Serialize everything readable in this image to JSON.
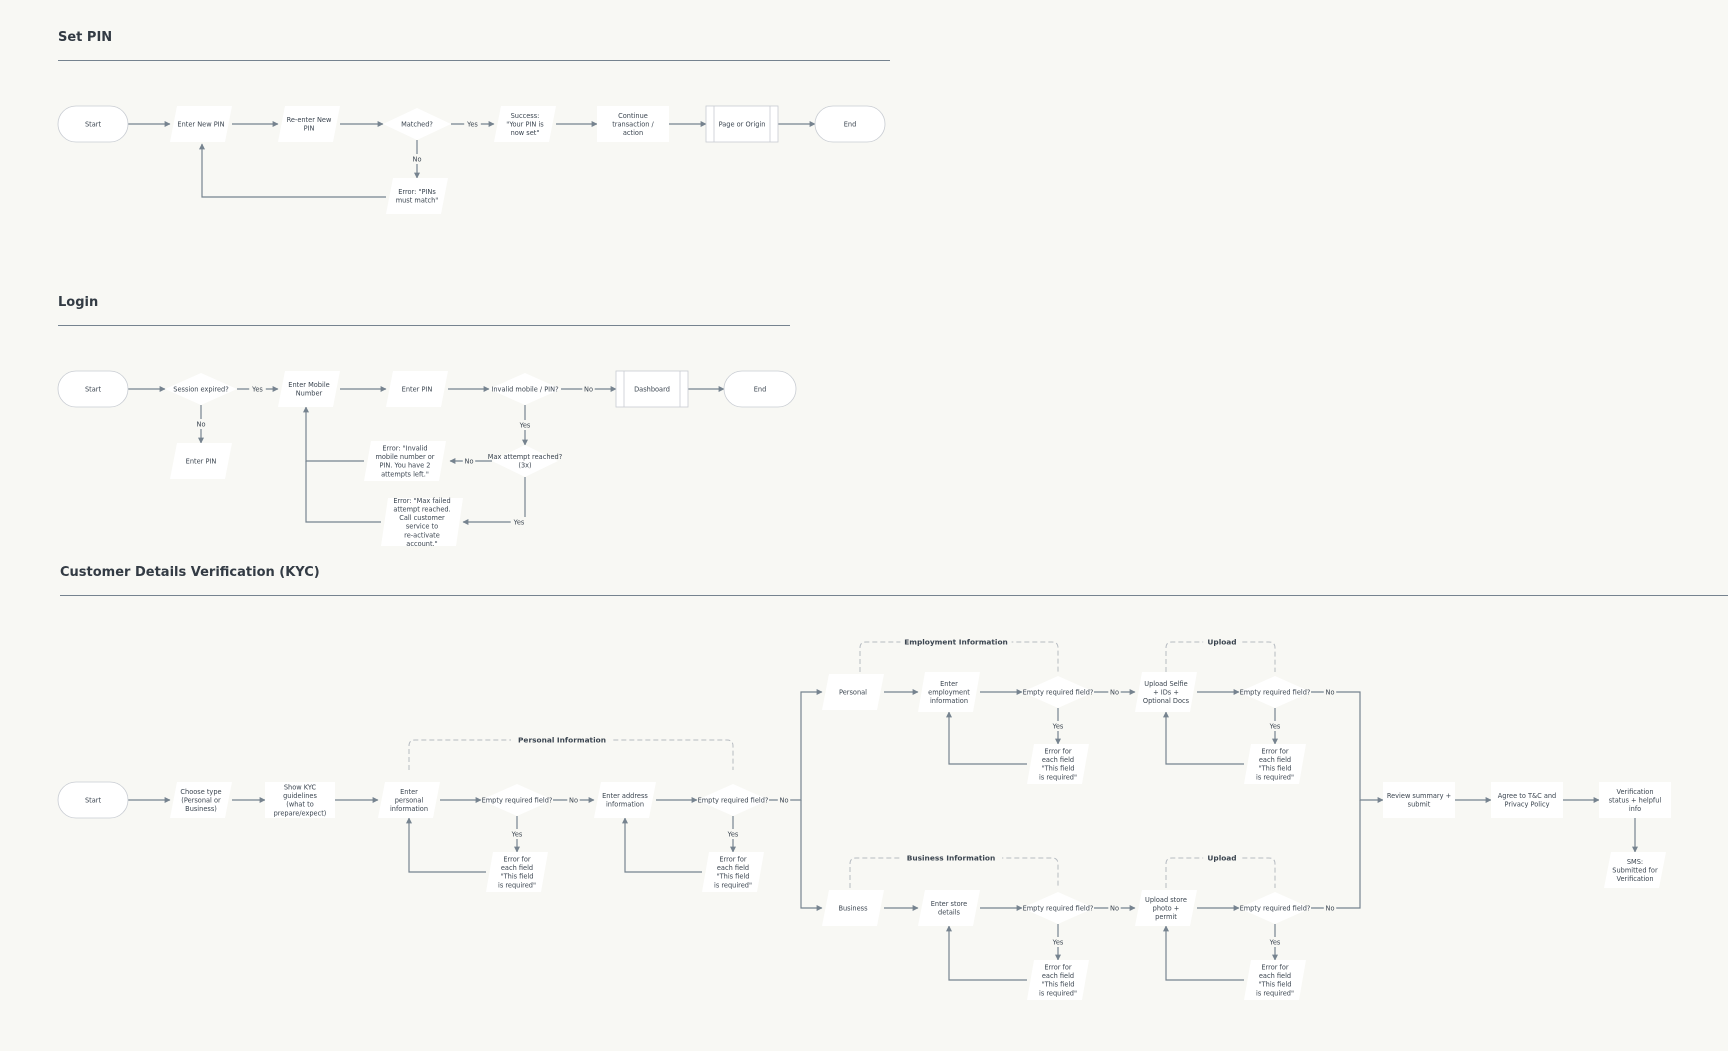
{
  "sections": {
    "set_pin": "Set PIN",
    "login": "Login",
    "kyc": "Customer Details Verification (KYC)"
  },
  "nodes": [
    {
      "id": "sp_start",
      "section": "set_pin",
      "label": "Start",
      "shape": "terminal"
    },
    {
      "id": "sp_enter",
      "section": "set_pin",
      "label": "Enter New PIN",
      "shape": "io"
    },
    {
      "id": "sp_reenter",
      "section": "set_pin",
      "label": "Re-enter New PIN",
      "shape": "io"
    },
    {
      "id": "sp_matched",
      "section": "set_pin",
      "label": "Matched?",
      "shape": "decision"
    },
    {
      "id": "sp_success",
      "section": "set_pin",
      "label": "Success: \"Your PIN is now set\"",
      "shape": "io"
    },
    {
      "id": "sp_continue",
      "section": "set_pin",
      "label": "Continue transaction / action",
      "shape": "process"
    },
    {
      "id": "sp_page",
      "section": "set_pin",
      "label": "Page or Origin",
      "shape": "predefined"
    },
    {
      "id": "sp_end",
      "section": "set_pin",
      "label": "End",
      "shape": "terminal"
    },
    {
      "id": "sp_error",
      "section": "set_pin",
      "label": "Error: \"PINs must match\"",
      "shape": "io"
    },
    {
      "id": "lg_start",
      "section": "login",
      "label": "Start",
      "shape": "terminal"
    },
    {
      "id": "lg_session",
      "section": "login",
      "label": "Session expired?",
      "shape": "decision"
    },
    {
      "id": "lg_mobile",
      "section": "login",
      "label": "Enter Mobile Number",
      "shape": "io"
    },
    {
      "id": "lg_pin",
      "section": "login",
      "label": "Enter PIN",
      "shape": "io"
    },
    {
      "id": "lg_invalid",
      "section": "login",
      "label": "Invalid mobile / PIN?",
      "shape": "decision"
    },
    {
      "id": "lg_dashboard",
      "section": "login",
      "label": "Dashboard",
      "shape": "predefined"
    },
    {
      "id": "lg_end",
      "section": "login",
      "label": "End",
      "shape": "terminal"
    },
    {
      "id": "lg_pin2",
      "section": "login",
      "label": "Enter PIN",
      "shape": "io"
    },
    {
      "id": "lg_max",
      "section": "login",
      "label": "Max attempt reached? (3x)",
      "shape": "decision"
    },
    {
      "id": "lg_err1",
      "section": "login",
      "label": "Error: \"Invalid mobile number or PIN. You have 2 attempts left.\"",
      "shape": "io"
    },
    {
      "id": "lg_err2",
      "section": "login",
      "label": "Error: \"Max failed attempt reached. Call customer service to re-activate account.\"",
      "shape": "io"
    },
    {
      "id": "k_start",
      "section": "kyc",
      "label": "Start",
      "shape": "terminal"
    },
    {
      "id": "k_type",
      "section": "kyc",
      "label": "Choose type (Personal or Business)",
      "shape": "io"
    },
    {
      "id": "k_guide",
      "section": "kyc",
      "label": "Show KYC guidelines (what to prepare/expect)",
      "shape": "process"
    },
    {
      "id": "k_pers",
      "section": "kyc",
      "label": "Enter personal information",
      "shape": "io"
    },
    {
      "id": "k_emp1",
      "section": "kyc",
      "label": "Empty required field?",
      "shape": "decision"
    },
    {
      "id": "k_addr",
      "section": "kyc",
      "label": "Enter address information",
      "shape": "io"
    },
    {
      "id": "k_emp2",
      "section": "kyc",
      "label": "Empty required field?",
      "shape": "decision"
    },
    {
      "id": "k_err1",
      "section": "kyc",
      "label": "Error for each field \"This field is required\"",
      "shape": "io"
    },
    {
      "id": "k_err2",
      "section": "kyc",
      "label": "Error for each field \"This field is required\"",
      "shape": "io"
    },
    {
      "id": "k_personal",
      "section": "kyc",
      "label": "Personal",
      "shape": "io"
    },
    {
      "id": "k_employ",
      "section": "kyc",
      "label": "Enter employment information",
      "shape": "io"
    },
    {
      "id": "k_emp3",
      "section": "kyc",
      "label": "Empty required field?",
      "shape": "decision"
    },
    {
      "id": "k_err3",
      "section": "kyc",
      "label": "Error for each field \"This field is required\"",
      "shape": "io"
    },
    {
      "id": "k_selfie",
      "section": "kyc",
      "label": "Upload Selfie + IDs + Optional Docs",
      "shape": "io"
    },
    {
      "id": "k_emp4",
      "section": "kyc",
      "label": "Empty required field?",
      "shape": "decision"
    },
    {
      "id": "k_err4",
      "section": "kyc",
      "label": "Error for each field \"This field is required\"",
      "shape": "io"
    },
    {
      "id": "k_business",
      "section": "kyc",
      "label": "Business",
      "shape": "io"
    },
    {
      "id": "k_store",
      "section": "kyc",
      "label": "Enter store details",
      "shape": "io"
    },
    {
      "id": "k_emp5",
      "section": "kyc",
      "label": "Empty required field?",
      "shape": "decision"
    },
    {
      "id": "k_err5",
      "section": "kyc",
      "label": "Error for each field \"This field is required\"",
      "shape": "io"
    },
    {
      "id": "k_storephoto",
      "section": "kyc",
      "label": "Upload store photo + permit",
      "shape": "io"
    },
    {
      "id": "k_emp6",
      "section": "kyc",
      "label": "Empty required field?",
      "shape": "decision"
    },
    {
      "id": "k_err6",
      "section": "kyc",
      "label": "Error for each field \"This field is required\"",
      "shape": "io"
    },
    {
      "id": "k_review",
      "section": "kyc",
      "label": "Review summary + submit",
      "shape": "process"
    },
    {
      "id": "k_agree",
      "section": "kyc",
      "label": "Agree to T&C and Privacy Policy",
      "shape": "process"
    },
    {
      "id": "k_status",
      "section": "kyc",
      "label": "Verification status + helpful info",
      "shape": "process"
    },
    {
      "id": "k_sms",
      "section": "kyc",
      "label": "SMS: Submitted for Verification",
      "shape": "io"
    }
  ],
  "edges": [
    {
      "from": "sp_start",
      "to": "sp_enter"
    },
    {
      "from": "sp_enter",
      "to": "sp_reenter"
    },
    {
      "from": "sp_reenter",
      "to": "sp_matched"
    },
    {
      "from": "sp_matched",
      "to": "sp_success",
      "label": "Yes"
    },
    {
      "from": "sp_success",
      "to": "sp_continue"
    },
    {
      "from": "sp_continue",
      "to": "sp_page"
    },
    {
      "from": "sp_page",
      "to": "sp_end"
    },
    {
      "from": "sp_matched",
      "to": "sp_error",
      "label": "No"
    },
    {
      "from": "sp_error",
      "to": "sp_enter"
    },
    {
      "from": "lg_start",
      "to": "lg_session"
    },
    {
      "from": "lg_session",
      "to": "lg_mobile",
      "label": "Yes"
    },
    {
      "from": "lg_mobile",
      "to": "lg_pin"
    },
    {
      "from": "lg_pin",
      "to": "lg_invalid"
    },
    {
      "from": "lg_invalid",
      "to": "lg_dashboard",
      "label": "No"
    },
    {
      "from": "lg_dashboard",
      "to": "lg_end"
    },
    {
      "from": "lg_session",
      "to": "lg_pin2",
      "label": "No"
    },
    {
      "from": "lg_invalid",
      "to": "lg_max",
      "label": "Yes"
    },
    {
      "from": "lg_max",
      "to": "lg_err1",
      "label": "No"
    },
    {
      "from": "lg_max",
      "to": "lg_err2",
      "label": "Yes"
    },
    {
      "from": "lg_err1",
      "to": "lg_mobile"
    },
    {
      "from": "lg_err2",
      "to": "lg_mobile"
    },
    {
      "from": "k_start",
      "to": "k_type"
    },
    {
      "from": "k_type",
      "to": "k_guide"
    },
    {
      "from": "k_guide",
      "to": "k_pers"
    },
    {
      "from": "k_pers",
      "to": "k_emp1"
    },
    {
      "from": "k_emp1",
      "to": "k_addr",
      "label": "No"
    },
    {
      "from": "k_emp1",
      "to": "k_err1",
      "label": "Yes"
    },
    {
      "from": "k_err1",
      "to": "k_pers"
    },
    {
      "from": "k_addr",
      "to": "k_emp2"
    },
    {
      "from": "k_emp2",
      "to": "k_err2",
      "label": "Yes"
    },
    {
      "from": "k_err2",
      "to": "k_addr"
    },
    {
      "from": "k_emp2",
      "to": "k_personal",
      "label": "No"
    },
    {
      "from": "k_emp2",
      "to": "k_business"
    },
    {
      "from": "k_personal",
      "to": "k_employ"
    },
    {
      "from": "k_employ",
      "to": "k_emp3"
    },
    {
      "from": "k_emp3",
      "to": "k_selfie",
      "label": "No"
    },
    {
      "from": "k_emp3",
      "to": "k_err3",
      "label": "Yes"
    },
    {
      "from": "k_err3",
      "to": "k_employ"
    },
    {
      "from": "k_selfie",
      "to": "k_emp4"
    },
    {
      "from": "k_emp4",
      "to": "k_err4",
      "label": "Yes"
    },
    {
      "from": "k_err4",
      "to": "k_selfie"
    },
    {
      "from": "k_emp4",
      "to": "k_review",
      "label": "No"
    },
    {
      "from": "k_business",
      "to": "k_store"
    },
    {
      "from": "k_store",
      "to": "k_emp5"
    },
    {
      "from": "k_emp5",
      "to": "k_storephoto",
      "label": "No"
    },
    {
      "from": "k_emp5",
      "to": "k_err5",
      "label": "Yes"
    },
    {
      "from": "k_err5",
      "to": "k_store"
    },
    {
      "from": "k_storephoto",
      "to": "k_emp6"
    },
    {
      "from": "k_emp6",
      "to": "k_err6",
      "label": "Yes"
    },
    {
      "from": "k_err6",
      "to": "k_storephoto"
    },
    {
      "from": "k_emp6",
      "to": "k_review",
      "label": "No"
    },
    {
      "from": "k_review",
      "to": "k_agree"
    },
    {
      "from": "k_agree",
      "to": "k_status"
    },
    {
      "from": "k_status",
      "to": "k_sms"
    }
  ],
  "groups": [
    {
      "id": "g_personal",
      "label": "Personal Information"
    },
    {
      "id": "g_employment",
      "label": "Employment Information"
    },
    {
      "id": "g_upload1",
      "label": "Upload"
    },
    {
      "id": "g_business",
      "label": "Business Information"
    },
    {
      "id": "g_upload2",
      "label": "Upload"
    }
  ]
}
